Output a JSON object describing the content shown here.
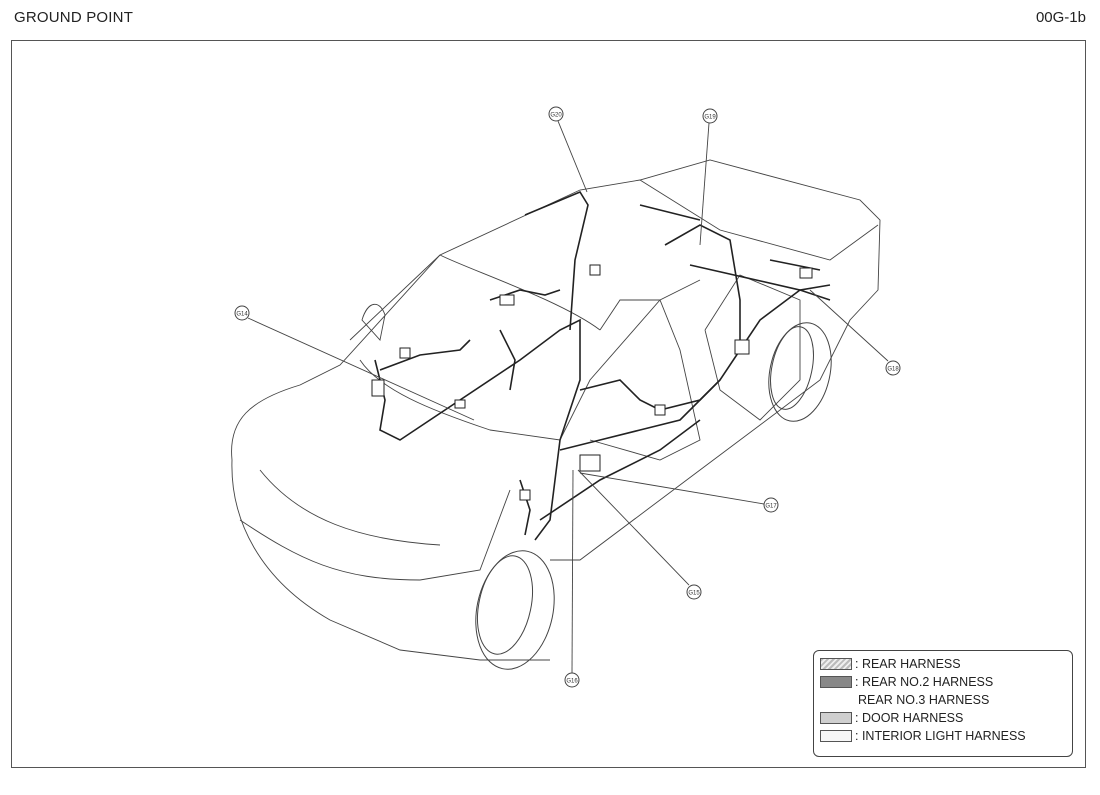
{
  "header": {
    "title": "GROUND POINT",
    "page_code": "00G-1b"
  },
  "ground_points": [
    {
      "id": "g20",
      "label": "G20"
    },
    {
      "id": "g19",
      "label": "G19"
    },
    {
      "id": "g14",
      "label": "G14"
    },
    {
      "id": "g18",
      "label": "G18"
    },
    {
      "id": "g17",
      "label": "G17"
    },
    {
      "id": "g15",
      "label": "G15"
    },
    {
      "id": "g16",
      "label": "G16"
    }
  ],
  "legend": {
    "items": [
      {
        "label": ": REAR HARNESS",
        "swatch": "hatch",
        "color": "#cccccc"
      },
      {
        "label": ": REAR NO.2 HARNESS",
        "swatch": "solid",
        "color": "#888888"
      },
      {
        "label": "REAR NO.3 HARNESS",
        "swatch": "none",
        "color": ""
      },
      {
        "label": ": DOOR HARNESS",
        "swatch": "solid",
        "color": "#cfcfcf"
      },
      {
        "label": ": INTERIOR LIGHT HARNESS",
        "swatch": "solid",
        "color": "#f7f7f7"
      }
    ]
  }
}
